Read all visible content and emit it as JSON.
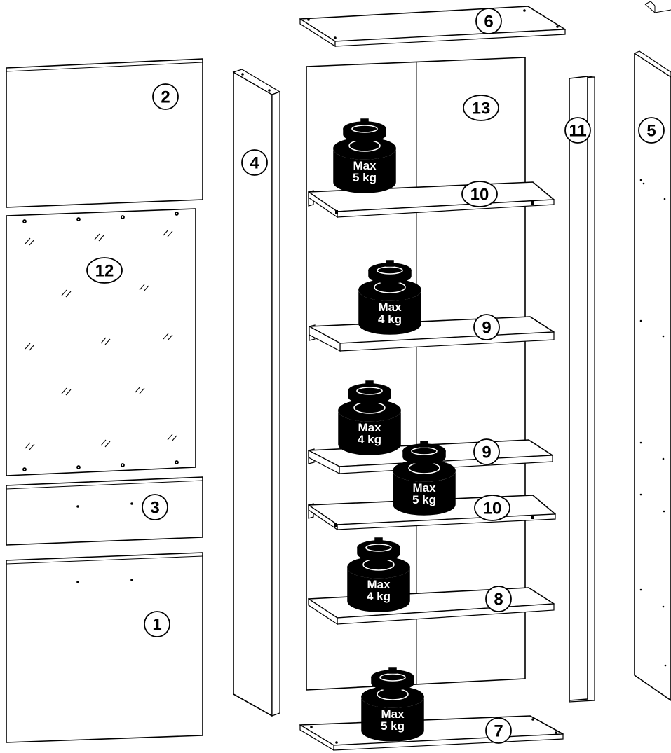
{
  "parts": [
    {
      "id": "part-1",
      "label": "1"
    },
    {
      "id": "part-2",
      "label": "2"
    },
    {
      "id": "part-3",
      "label": "3"
    },
    {
      "id": "part-4",
      "label": "4"
    },
    {
      "id": "part-5",
      "label": "5"
    },
    {
      "id": "part-6",
      "label": "6"
    },
    {
      "id": "part-7",
      "label": "7"
    },
    {
      "id": "part-8",
      "label": "8"
    },
    {
      "id": "part-9a",
      "label": "9"
    },
    {
      "id": "part-9b",
      "label": "9"
    },
    {
      "id": "part-10a",
      "label": "10"
    },
    {
      "id": "part-10b",
      "label": "10"
    },
    {
      "id": "part-11",
      "label": "11"
    },
    {
      "id": "part-12",
      "label": "12"
    },
    {
      "id": "part-13",
      "label": "13"
    }
  ],
  "weights": [
    {
      "id": "weight-shelf-10-top",
      "line1": "Max",
      "line2": "5 kg"
    },
    {
      "id": "weight-shelf-9-upper",
      "line1": "Max",
      "line2": "4 kg"
    },
    {
      "id": "weight-shelf-9-lower",
      "line1": "Max",
      "line2": "4 kg"
    },
    {
      "id": "weight-shelf-10-lower",
      "line1": "Max",
      "line2": "5 kg"
    },
    {
      "id": "weight-shelf-8",
      "line1": "Max",
      "line2": "4 kg"
    },
    {
      "id": "weight-bottom-7",
      "line1": "Max",
      "line2": "5 kg"
    }
  ]
}
